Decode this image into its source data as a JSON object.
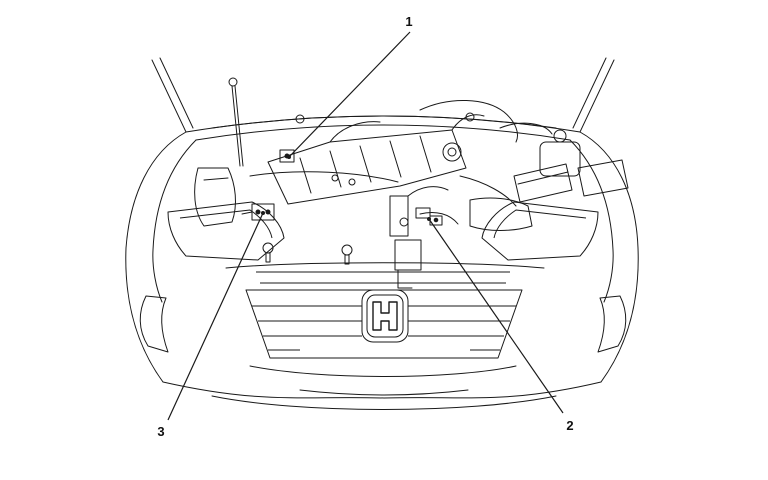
{
  "page": {
    "background": "#ffffff",
    "line_color": "#1a1a1a"
  },
  "diagram": {
    "type": "engine-bay-component-location-drawing",
    "callouts": [
      {
        "label": "1"
      },
      {
        "label": "2"
      },
      {
        "label": "3"
      }
    ]
  }
}
